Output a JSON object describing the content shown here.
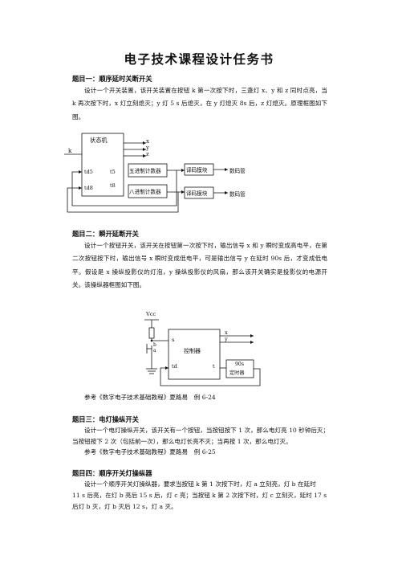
{
  "doc": {
    "title": "电子技术课程设计任务书",
    "q1": {
      "heading": "题目一：顺序延时关断开关",
      "body": "设计一个开关装置，该开关装置在按钮 k 第一次按下时，三盏灯 x、y 和 z 同时点亮，当 k 再次按下时，x 灯立刻熄灭；y 灯 5 s 后熄灭，在 y 灯熄灭 8s 后，z 灯熄灭。原理框图如下图。"
    },
    "fig1": {
      "state_machine": "状态机",
      "input_k": "k",
      "out_x": "x",
      "out_y": "y",
      "out_z": "z",
      "td5": "td5",
      "td8": "td8",
      "t5": "t5",
      "t8": "t8",
      "counter5": "五进制计数器",
      "counter8": "八进制计数器",
      "decoder1": "译码模块",
      "decoder2": "译码模块",
      "display1": "数码管",
      "display2": "数码管"
    },
    "q2": {
      "heading": "题目二：瞬开延断开关",
      "body": "设计一个按钮开关，该开关在按钮第一次按下时，输出信号 x 和 y 瞬时变成高电平，在第二次按钮按下时，输出信号 x 瞬时变成低电平，可是输出信号 y 在延时 90s 后，才变成低电平。假设是 x 操纵投影仪的灯泡，y 操纵投影仪的风扇，那么该开关确实是投影仪的电源开关。该操纵器框图如下图。"
    },
    "fig2": {
      "vcc": "Vcc",
      "controller": "控制器",
      "pin_s": "s",
      "pin_td": "td",
      "pin_t": "t",
      "out_x": "x",
      "out_y": "y",
      "timer_l1": "90s",
      "timer_l2": "定时器",
      "node_a": "a",
      "node_b": "b"
    },
    "ref1": "参考《数字电子技术基础教程》夏路易　例 6-24",
    "q3": {
      "heading": "题目三：电灯操纵开关",
      "line1": "设计一个电灯操纵开关，该开关有一个按钮，当按钮按下 1 次，那么电灯亮 10 秒钟后灭；",
      "line2": "当按钮按下 2 次（包括前一次），那么电灯长亮不灭；当再按 1 次，那么电灯灭。",
      "ref": "参考《数字电子技术基础教程》夏路易　例 6-25"
    },
    "q4": {
      "heading": "题目四：顺序开关灯操纵器",
      "line1": "设计一个顺序开关灯操纵器，要求当按钮 k 第 1 次按下时，灯 a 立刻亮，灯 b 在延时",
      "line2": "11 s 后亮，在灯 b 亮后 15 s 后，灯 c 亮；当按钮 k 第 2 次按下时，灯 c 立刻灭，延时 17 s",
      "line3": "后灯 b 灭，灯 b 灭后 12 s，灯 a 灭。"
    }
  }
}
